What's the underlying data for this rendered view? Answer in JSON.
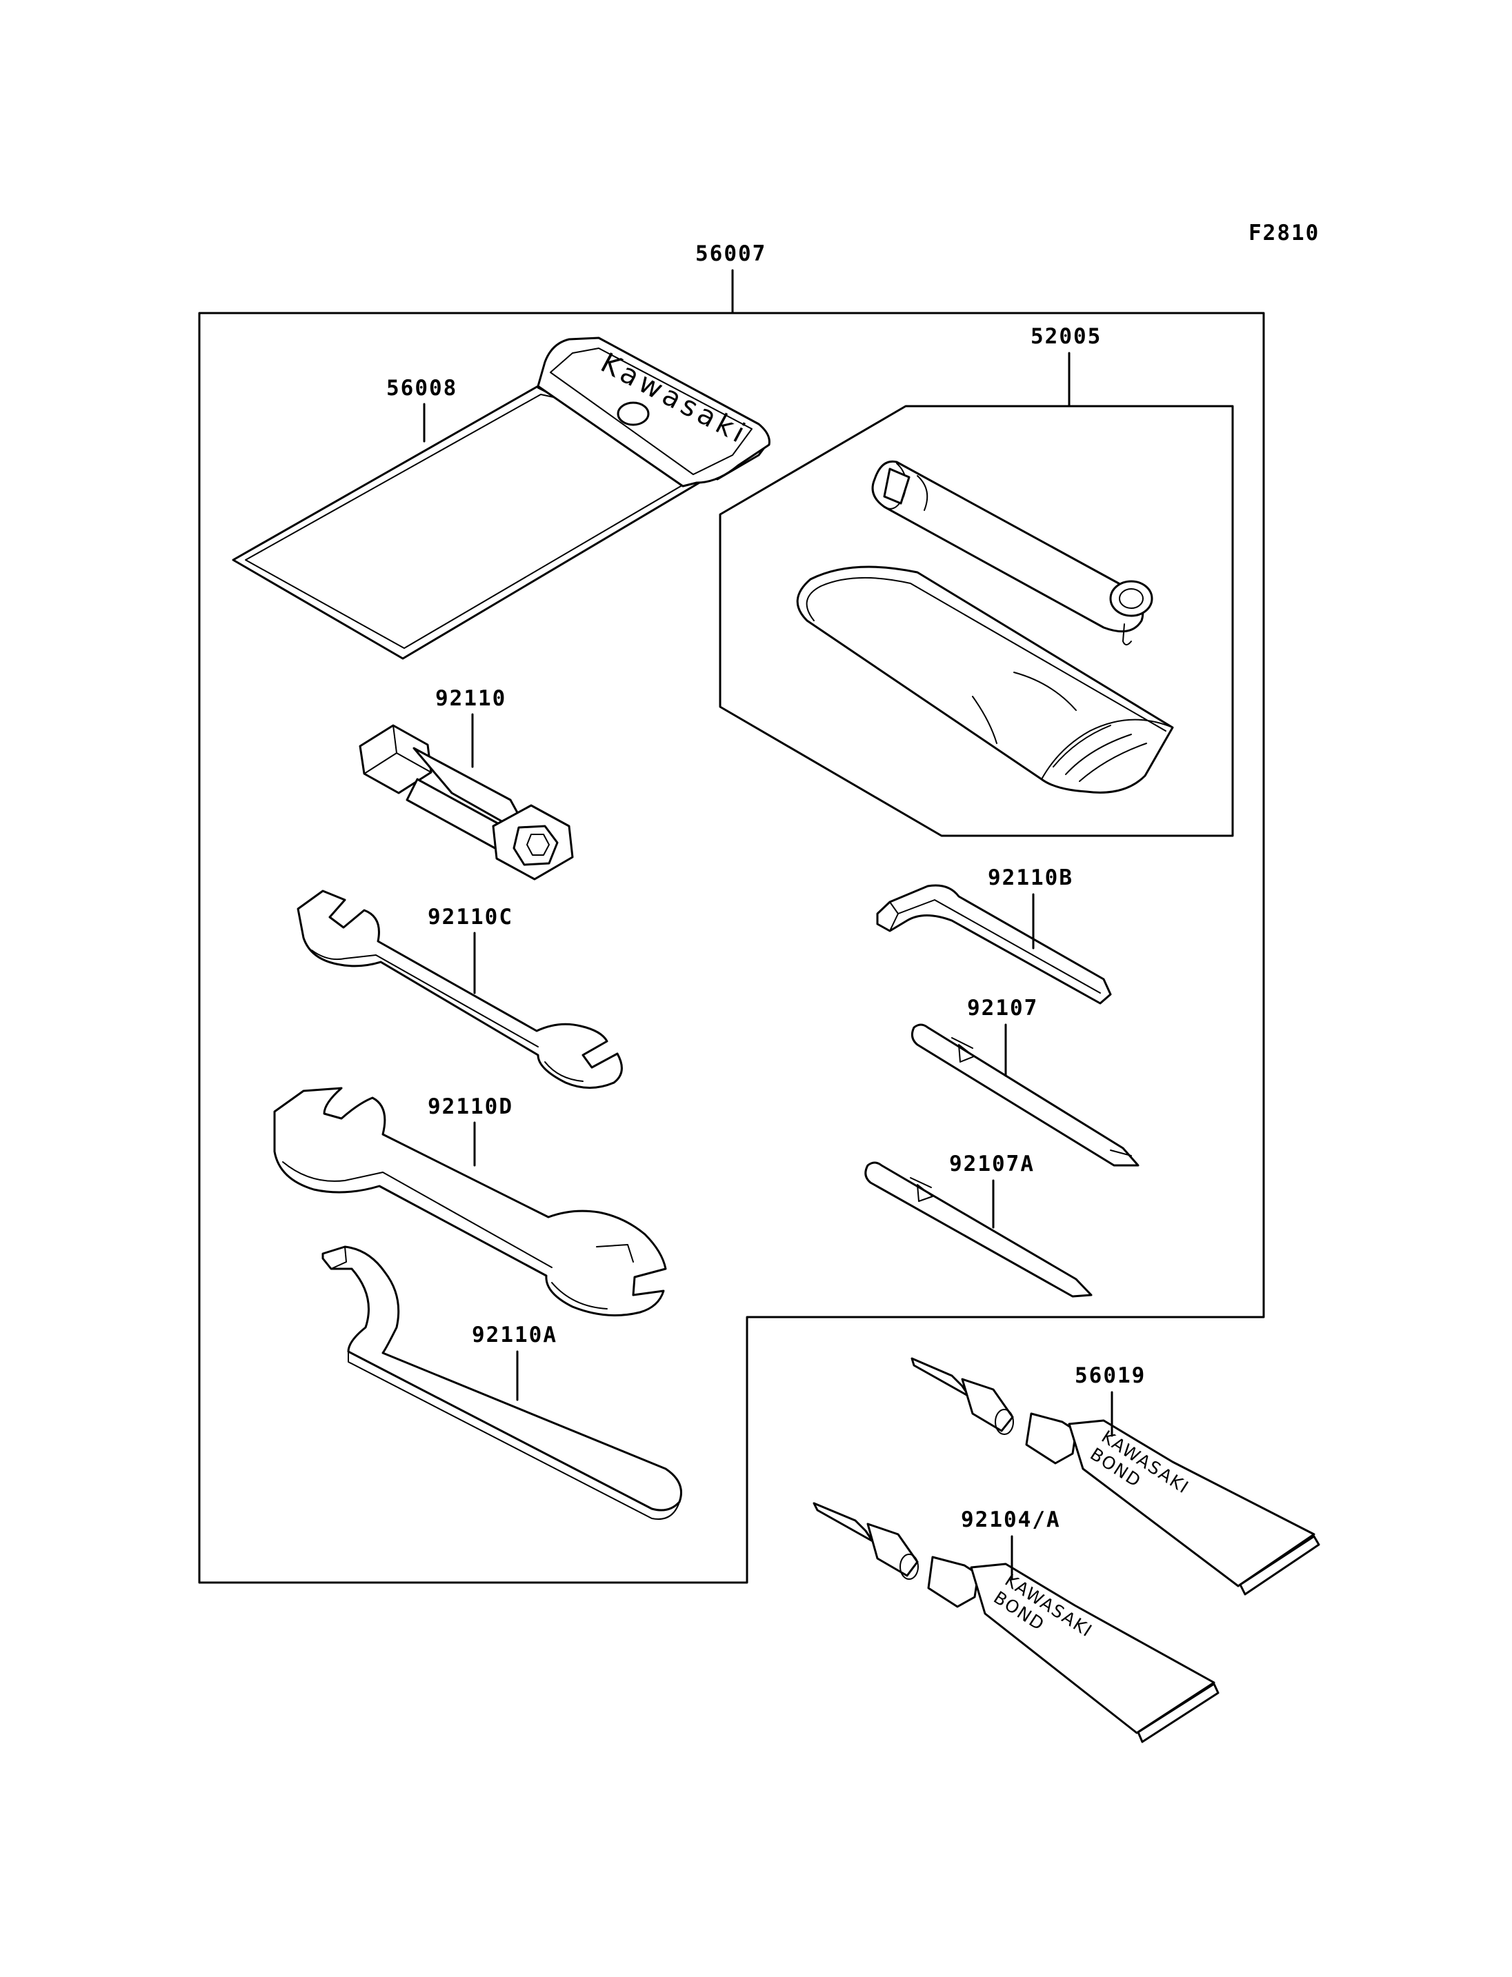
{
  "figure_code": "F2810",
  "brand_text": "Kawasaki",
  "bond_brand": "KAWASAKI",
  "bond_text": "BOND",
  "parts": [
    {
      "id": "p56007",
      "number": "56007"
    },
    {
      "id": "p56008",
      "number": "56008"
    },
    {
      "id": "p52005",
      "number": "52005"
    },
    {
      "id": "p92110",
      "number": "92110"
    },
    {
      "id": "p92110c",
      "number": "92110C"
    },
    {
      "id": "p92110d",
      "number": "92110D"
    },
    {
      "id": "p92110a",
      "number": "92110A"
    },
    {
      "id": "p92110b",
      "number": "92110B"
    },
    {
      "id": "p92107",
      "number": "92107"
    },
    {
      "id": "p92107a",
      "number": "92107A"
    },
    {
      "id": "p56019",
      "number": "56019"
    },
    {
      "id": "p92104a",
      "number": "92104/A"
    }
  ]
}
